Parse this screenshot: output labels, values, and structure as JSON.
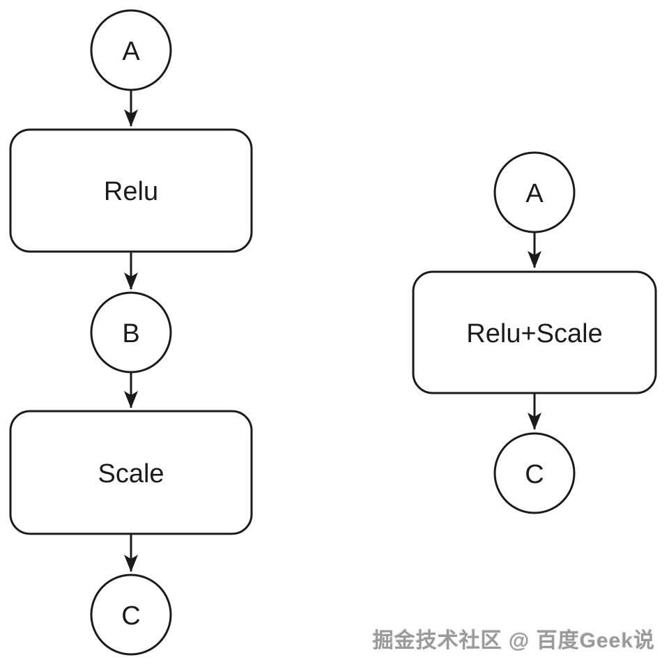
{
  "diagram": {
    "separate_pipeline": {
      "input_node": "A",
      "op1": "Relu",
      "intermediate_node": "B",
      "op2": "Scale",
      "output_node": "C"
    },
    "fused_pipeline": {
      "input_node": "A",
      "fused_op": "Relu+Scale",
      "output_node": "C"
    },
    "colors": {
      "stroke": "#1b1b1b",
      "background": "#ffffff",
      "watermark": "#9a9a9a"
    }
  },
  "watermark": "掘金技术社区 @ 百度Geek说"
}
